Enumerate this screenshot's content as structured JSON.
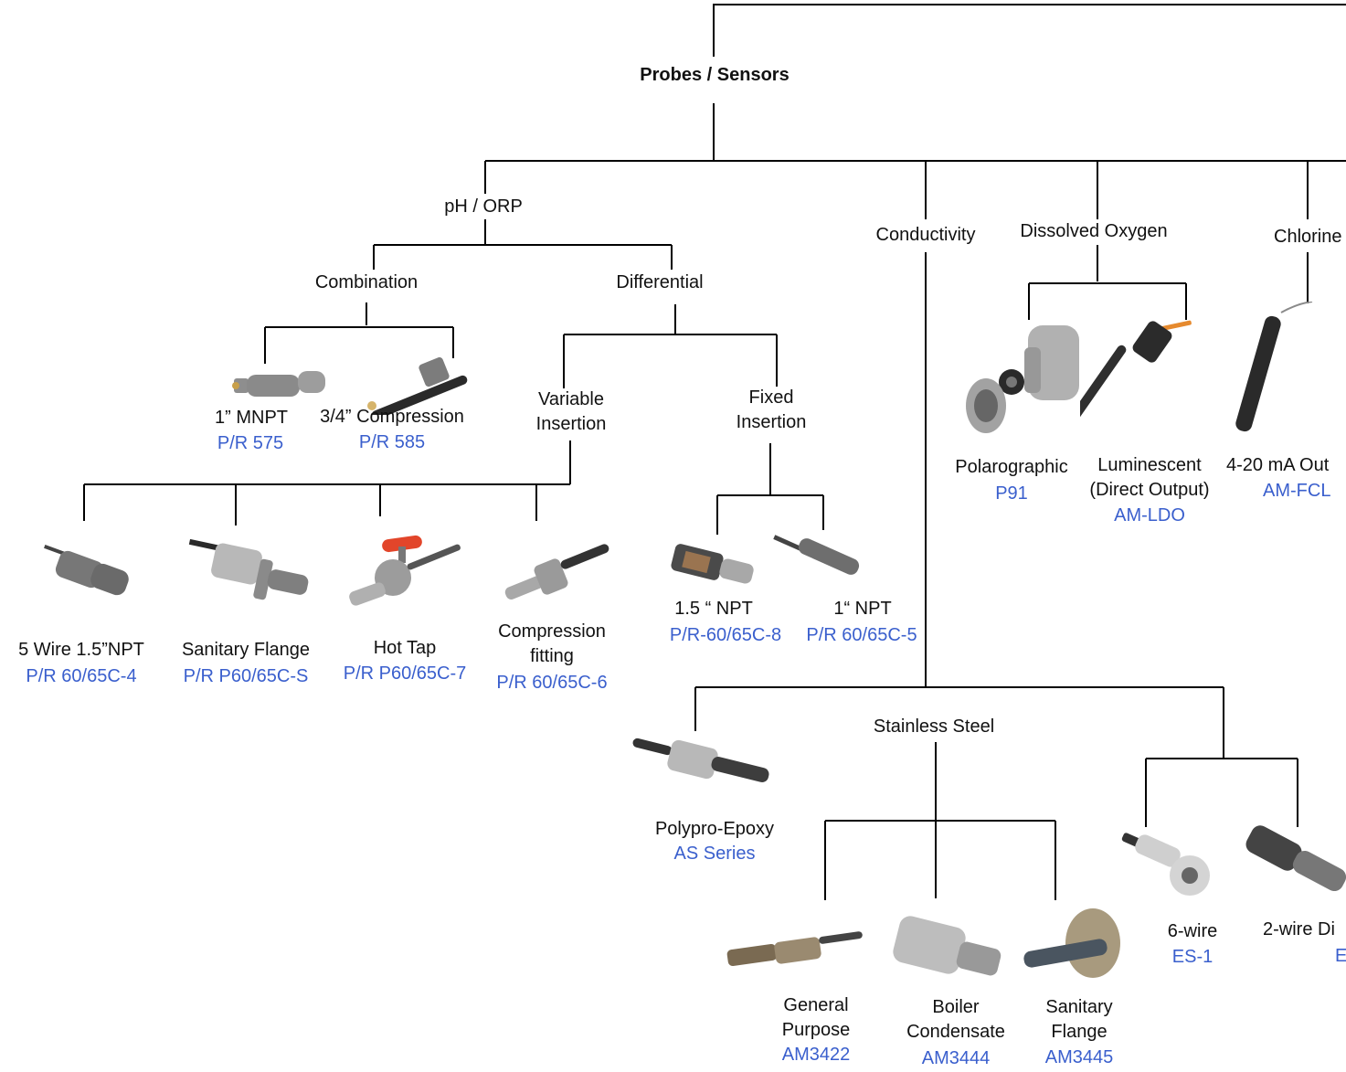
{
  "colors": {
    "line": "#000000",
    "label": "#111111",
    "code": "#3a5fcd",
    "probe_dark": "#2a2a2a",
    "probe_gray": "#8e8e8e",
    "probe_steel": "#b5b5b5",
    "handle_red": "#e2452a",
    "cable_orange": "#e68a2e"
  },
  "root": {
    "title": "Probes / Sensors"
  },
  "categories": {
    "ph_orp": "pH / ORP",
    "conductivity": "Conductivity",
    "dissolved_oxygen": "Dissolved Oxygen",
    "chlorine": "Chlorine"
  },
  "ph": {
    "combination": "Combination",
    "differential": "Differential",
    "variable_insertion": "Variable\nInsertion",
    "fixed_insertion": "Fixed\nInsertion",
    "products": {
      "mnpt1": {
        "name": "1” MNPT",
        "code": "P/R 575"
      },
      "compression34": {
        "name": "3/4” Compression",
        "code": "P/R 585"
      },
      "wire5": {
        "name": "5 Wire 1.5”NPT",
        "code": "P/R 60/65C-4"
      },
      "sanitary": {
        "name": "Sanitary Flange",
        "code": "P/R P60/65C-S"
      },
      "hottap": {
        "name": "Hot Tap",
        "code": "P/R P60/65C-7"
      },
      "compfit": {
        "name": "Compression\nfitting",
        "code": "P/R 60/65C-6"
      },
      "npt15": {
        "name": "1.5 “ NPT",
        "code": "P/R-60/65C-8"
      },
      "npt1": {
        "name": "1“ NPT",
        "code": "P/R 60/65C-5"
      }
    }
  },
  "do": {
    "polarographic": {
      "name": "Polarographic",
      "code": "P91"
    },
    "luminescent": {
      "name": "Luminescent\n(Direct Output)",
      "code": "AM-LDO"
    }
  },
  "chlorine": {
    "out420": {
      "name": "4-20 mA Out",
      "code": "AM-FCL"
    }
  },
  "cond": {
    "stainless": "Stainless Steel",
    "polypro": {
      "name": "Polypro-Epoxy",
      "code": "AS Series"
    },
    "general": {
      "name": "General\nPurpose",
      "code": "AM3422"
    },
    "boiler": {
      "name": "Boiler\nCondensate",
      "code": "AM3444"
    },
    "sanflange": {
      "name": "Sanitary\nFlange",
      "code": "AM3445"
    },
    "wire6": {
      "name": "6-wire",
      "code": "ES-1"
    },
    "wire2": {
      "name": "2-wire Di",
      "code": "E"
    }
  }
}
